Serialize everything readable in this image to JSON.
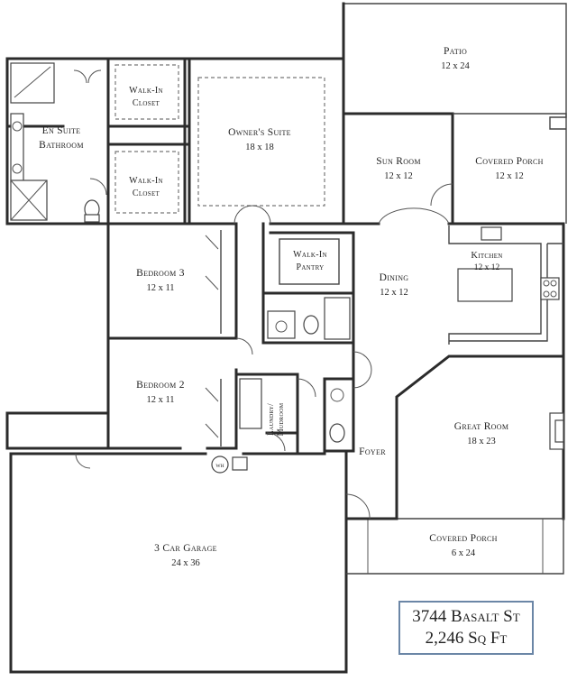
{
  "rooms": {
    "patio": {
      "name": "Patio",
      "dims": "12 x 24"
    },
    "owners_suite": {
      "name": "Owner's Suite",
      "dims": "18 x 18"
    },
    "walk_in_closet_top": {
      "line1": "Walk-In",
      "line2": "Closet"
    },
    "walk_in_closet_bottom": {
      "line1": "Walk-In",
      "line2": "Closet"
    },
    "en_suite": {
      "line1": "En Suite",
      "line2": "Bathroom"
    },
    "sun_room": {
      "name": "Sun Room",
      "dims": "12 x 12"
    },
    "covered_porch_back": {
      "name": "Covered Porch",
      "dims": "12 x 12"
    },
    "walk_in_pantry": {
      "line1": "Walk-In",
      "line2": "Pantry"
    },
    "dining": {
      "name": "Dining",
      "dims": "12 x 12"
    },
    "kitchen": {
      "name": "Kitchen",
      "dims": "12 x 12"
    },
    "bedroom3": {
      "name": "Bedroom 3",
      "dims": "12 x 11"
    },
    "bedroom2": {
      "name": "Bedroom 2",
      "dims": "12 x 11"
    },
    "laundry": {
      "line1": "Laundry/",
      "line2": "Mudroom"
    },
    "great_room": {
      "name": "Great Room",
      "dims": "18 x 23"
    },
    "foyer": {
      "name": "Foyer"
    },
    "garage": {
      "name": "3 Car Garage",
      "dims": "24 x 36"
    },
    "covered_porch_front": {
      "name": "Covered Porch",
      "dims": "6 x 24"
    },
    "water_heater": {
      "label": "WH"
    }
  },
  "address": {
    "line1": "3744 Basalt St",
    "line2": "2,246 Sq Ft"
  }
}
